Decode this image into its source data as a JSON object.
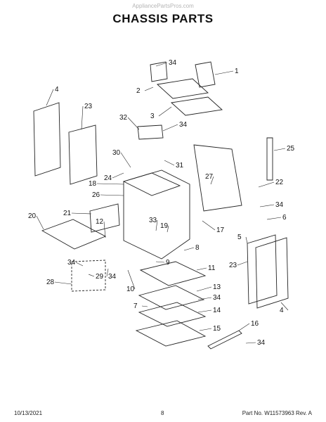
{
  "watermark": "AppliancePartsPros.com",
  "title": "CHASSIS PARTS",
  "callouts": [
    {
      "id": "34",
      "label": "34"
    },
    {
      "id": "1",
      "label": "1"
    },
    {
      "id": "2",
      "label": "2"
    },
    {
      "id": "3",
      "label": "3"
    },
    {
      "id": "4",
      "label": "4"
    },
    {
      "id": "23",
      "label": "23"
    },
    {
      "id": "32",
      "label": "32"
    },
    {
      "id": "34",
      "label": "34"
    },
    {
      "id": "25",
      "label": "25"
    },
    {
      "id": "30",
      "label": "30"
    },
    {
      "id": "31",
      "label": "31"
    },
    {
      "id": "24",
      "label": "24"
    },
    {
      "id": "18",
      "label": "18"
    },
    {
      "id": "27",
      "label": "27"
    },
    {
      "id": "22",
      "label": "22"
    },
    {
      "id": "26",
      "label": "26"
    },
    {
      "id": "34",
      "label": "34"
    },
    {
      "id": "21",
      "label": "21"
    },
    {
      "id": "20",
      "label": "20"
    },
    {
      "id": "6",
      "label": "6"
    },
    {
      "id": "12",
      "label": "12"
    },
    {
      "id": "33",
      "label": "33"
    },
    {
      "id": "19",
      "label": "19"
    },
    {
      "id": "17",
      "label": "17"
    },
    {
      "id": "5",
      "label": "5"
    },
    {
      "id": "23",
      "label": "23"
    },
    {
      "id": "34",
      "label": "34"
    },
    {
      "id": "8",
      "label": "8"
    },
    {
      "id": "9",
      "label": "9"
    },
    {
      "id": "11",
      "label": "11"
    },
    {
      "id": "29",
      "label": "29"
    },
    {
      "id": "28",
      "label": "28"
    },
    {
      "id": "34",
      "label": "34"
    },
    {
      "id": "10",
      "label": "10"
    },
    {
      "id": "13",
      "label": "13"
    },
    {
      "id": "34",
      "label": "34"
    },
    {
      "id": "7",
      "label": "7"
    },
    {
      "id": "14",
      "label": "14"
    },
    {
      "id": "4",
      "label": "4"
    },
    {
      "id": "16",
      "label": "16"
    },
    {
      "id": "15",
      "label": "15"
    },
    {
      "id": "34",
      "label": "34"
    }
  ],
  "footer": {
    "date": "10/13/2021",
    "page": "8",
    "part": "Part No. W11573963  Rev. A"
  }
}
